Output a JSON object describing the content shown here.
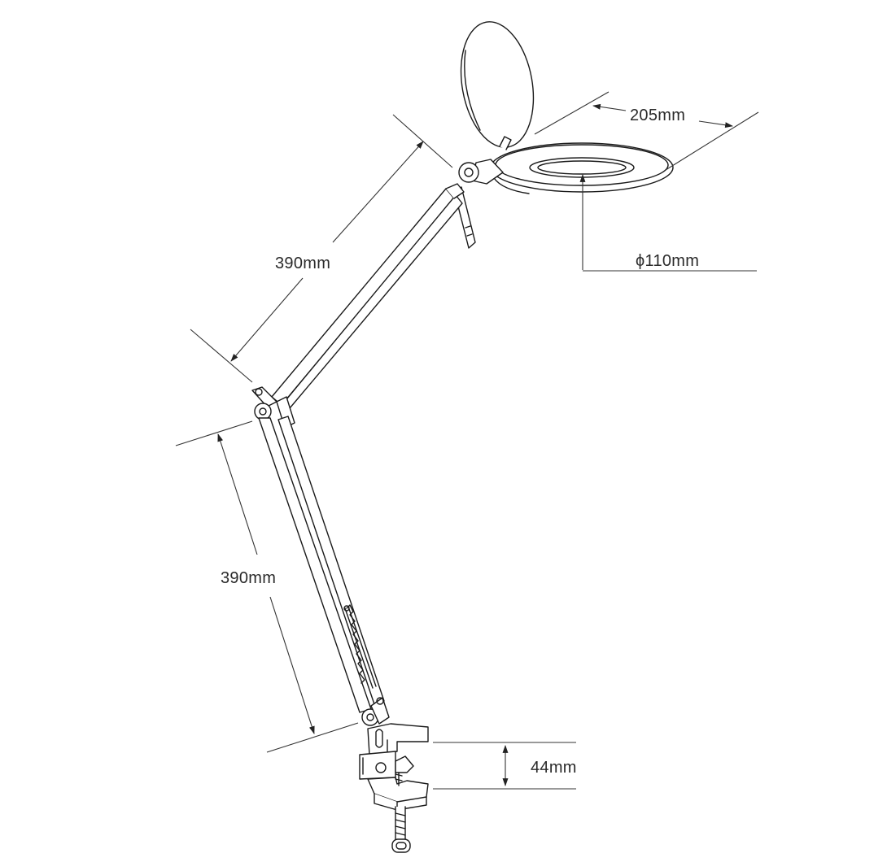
{
  "dimensions": {
    "upper_arm_label": "390mm",
    "lower_arm_label": "390mm",
    "head_width_label": "205mm",
    "lens_diameter_label": "ϕ110mm",
    "clamp_opening_label": "44mm"
  },
  "colors": {
    "line": "#1a1a1a",
    "background": "#ffffff"
  }
}
